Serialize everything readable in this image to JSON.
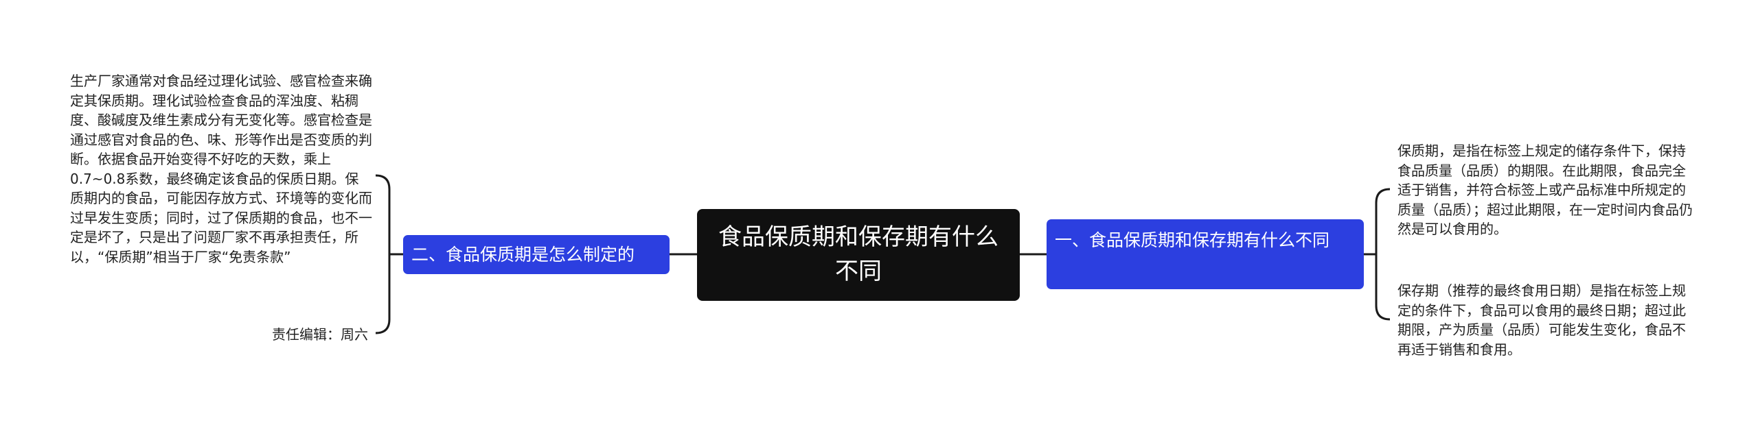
{
  "central": {
    "title": "食品保质期和保存期有什么不同"
  },
  "left_branch": {
    "label": "二、食品保质期是怎么制定的",
    "details": "生产厂家通常对食品经过理化试验、感官检查来确定其保质期。理化试验检查食品的浑浊度、粘稠度、酸碱度及维生素成分有无变化等。感官检查是通过感官对食品的色、味、形等作出是否变质的判断。依据食品开始变得不好吃的天数，乘上0.7~0.8系数，最终确定该食品的保质日期。保质期内的食品，可能因存放方式、环境等的变化而过早发生变质；同时，过了保质期的食品，也不一定是坏了，只是出了问题厂家不再承担责任，所以，“保质期”相当于厂家“免责条款”",
    "editor": "责任编辑：周六"
  },
  "right_branch": {
    "label": "一、食品保质期和保存期有什么不同",
    "details": [
      "保质期，是指在标签上规定的储存条件下，保持食品质量（品质）的期限。在此期限，食品完全适于销售，并符合标签上或产品标准中所规定的质量（品质）；超过此期限，在一定时间内食品仍然是可以食用的。",
      "保存期（推荐的最终食用日期）是指在标签上规定的条件下，食品可以食用的最终日期；超过此期限，产为质量（品质）可能发生变化，食品不再适于销售和食用。"
    ]
  },
  "colors": {
    "central_bg": "#101010",
    "branch_bg": "#2c3fe0",
    "connector": "#1a1a1a"
  }
}
